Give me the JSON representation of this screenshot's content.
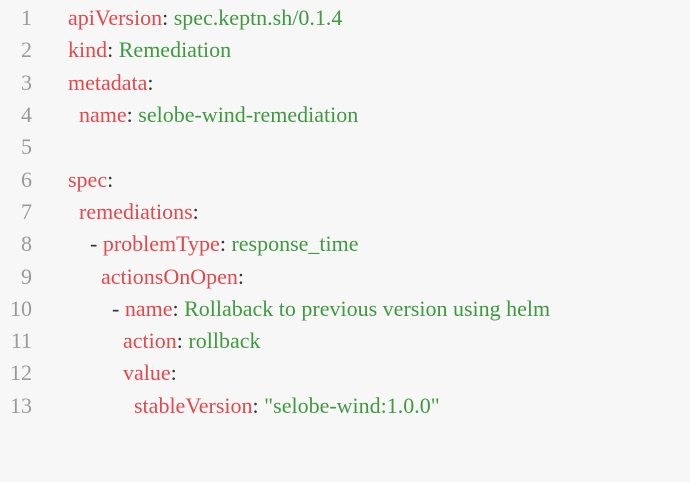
{
  "editor": {
    "lines": [
      {
        "num": "1",
        "indent": "",
        "dash": "",
        "key": "apiVersion",
        "sep": ": ",
        "value": "spec.keptn.sh/0.1.4"
      },
      {
        "num": "2",
        "indent": "",
        "dash": "",
        "key": "kind",
        "sep": ": ",
        "value": "Remediation"
      },
      {
        "num": "3",
        "indent": "",
        "dash": "",
        "key": "metadata",
        "sep": ":",
        "value": ""
      },
      {
        "num": "4",
        "indent": "  ",
        "dash": "",
        "key": "name",
        "sep": ": ",
        "value": "selobe-wind-remediation"
      },
      {
        "num": "5",
        "indent": "",
        "dash": "",
        "key": "",
        "sep": "",
        "value": ""
      },
      {
        "num": "6",
        "indent": "",
        "dash": "",
        "key": "spec",
        "sep": ":",
        "value": ""
      },
      {
        "num": "7",
        "indent": "  ",
        "dash": "",
        "key": "remediations",
        "sep": ":",
        "value": ""
      },
      {
        "num": "8",
        "indent": "    ",
        "dash": "- ",
        "key": "problemType",
        "sep": ": ",
        "value": "response_time"
      },
      {
        "num": "9",
        "indent": "      ",
        "dash": "",
        "key": "actionsOnOpen",
        "sep": ":",
        "value": ""
      },
      {
        "num": "10",
        "indent": "        ",
        "dash": "- ",
        "key": "name",
        "sep": ": ",
        "value": "Rollaback to previous version using helm"
      },
      {
        "num": "11",
        "indent": "          ",
        "dash": "",
        "key": "action",
        "sep": ": ",
        "value": "rollback"
      },
      {
        "num": "12",
        "indent": "          ",
        "dash": "",
        "key": "value",
        "sep": ":",
        "value": ""
      },
      {
        "num": "13",
        "indent": "            ",
        "dash": "",
        "key": "stableVersion",
        "sep": ": ",
        "value": "\"selobe-wind:1.0.0\""
      }
    ]
  },
  "colors": {
    "background": "#f7f7f7",
    "line_number": "#9a9a9a",
    "key": "#e2494c",
    "value": "#3f9a3f",
    "punctuation": "#333333"
  }
}
